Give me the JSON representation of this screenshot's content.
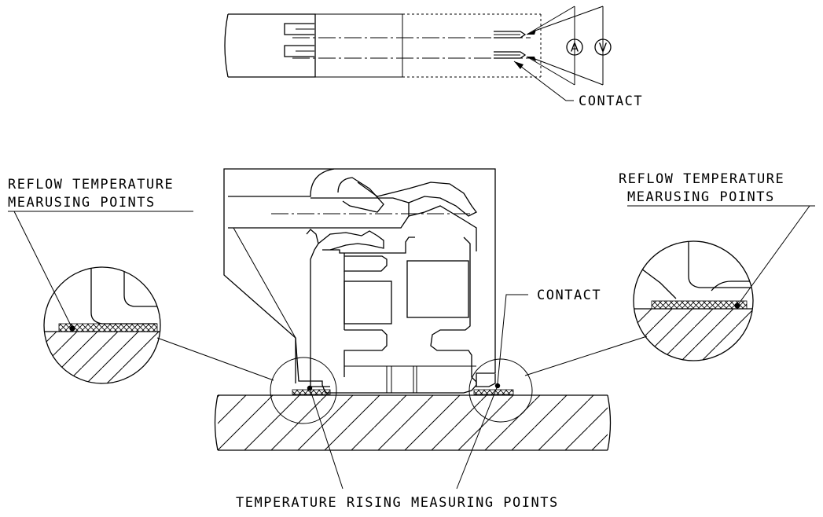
{
  "labels": {
    "top_contact": "CONTACT",
    "meter_a": "A",
    "meter_v": "V",
    "reflow_left_line1": "REFLOW TEMPERATURE",
    "reflow_left_line2": "MEARUSING POINTS",
    "reflow_right_line1": "REFLOW TEMPERATURE",
    "reflow_right_line2": "MEARUSING POINTS",
    "side_contact": "CONTACT",
    "rising_points": "TEMPERATURE RISING MEASURING POINTS"
  }
}
